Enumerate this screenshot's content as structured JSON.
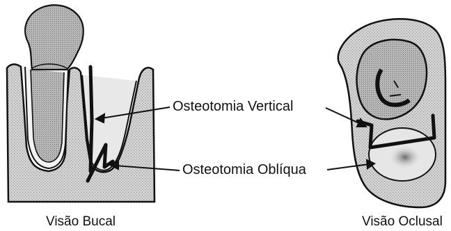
{
  "labels": {
    "vertical": "Osteotomia Vertical",
    "oblique": "Osteotomia Oblíqua"
  },
  "captions": {
    "buccal": "Visão Bucal",
    "occlusal": "Visão Oclusal"
  },
  "colors": {
    "ink": "#111111",
    "bone_fill": "#c8c8c8",
    "tooth_fill": "#b4b4b4",
    "crown_fill": "#a9a9a9",
    "background": "#ffffff"
  }
}
